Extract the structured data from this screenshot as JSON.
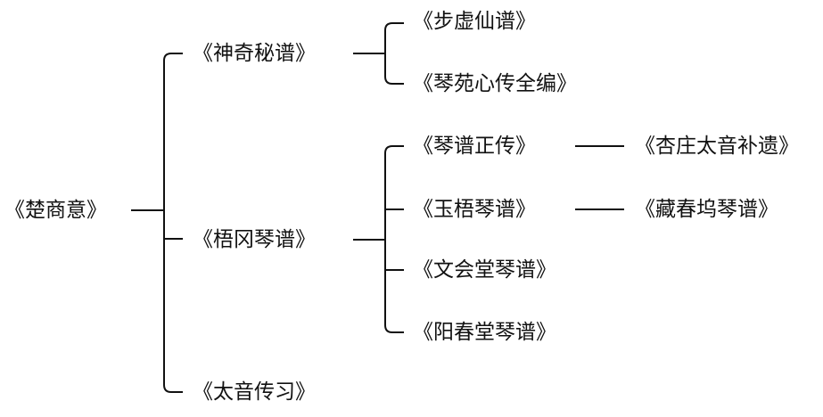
{
  "tree": {
    "root": {
      "label": "《楚商意》"
    },
    "level1": [
      {
        "label": "《神奇秘谱》"
      },
      {
        "label": "《梧冈琴谱》"
      },
      {
        "label": "《太音传习》"
      }
    ],
    "shenqi_children": [
      {
        "label": "《步虚仙谱》"
      },
      {
        "label": "《琴苑心传全编》"
      }
    ],
    "wugang_children": [
      {
        "label": "《琴谱正传》"
      },
      {
        "label": "《玉梧琴谱》"
      },
      {
        "label": "《文会堂琴谱》"
      },
      {
        "label": "《阳春堂琴谱》"
      }
    ],
    "level3": [
      {
        "label": "《杏庄太音补遗》"
      },
      {
        "label": "《藏春坞琴谱》"
      }
    ]
  },
  "style": {
    "line_color": "#111111",
    "text_color": "#111111"
  }
}
